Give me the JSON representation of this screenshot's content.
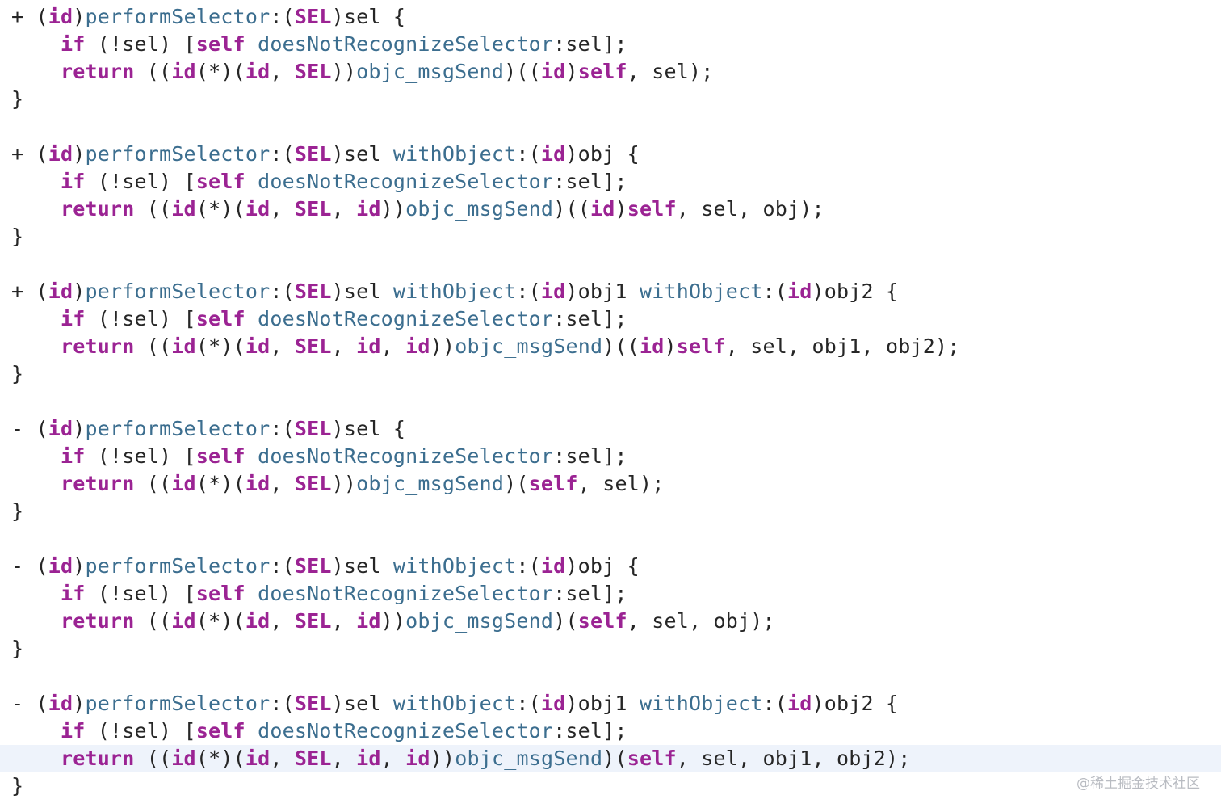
{
  "colors": {
    "background": "#ffffff",
    "current_line_highlight": "#eef3fb",
    "keyword": "#9b2393",
    "selector": "#3c6e8f",
    "plain": "#262626",
    "watermark": "#b9bcc2"
  },
  "current_line_index": 27,
  "watermark": "@稀土掘金技术社区",
  "lines": [
    [
      [
        "pl",
        "+ ("
      ],
      [
        "kw",
        "id"
      ],
      [
        "pl",
        ")"
      ],
      [
        "fn",
        "performSelector"
      ],
      [
        "pl",
        ":("
      ],
      [
        "kw",
        "SEL"
      ],
      [
        "pl",
        ")sel {"
      ]
    ],
    [
      [
        "pl",
        "    "
      ],
      [
        "kw",
        "if"
      ],
      [
        "pl",
        " (!sel) ["
      ],
      [
        "kw",
        "self"
      ],
      [
        "pl",
        " "
      ],
      [
        "fn",
        "doesNotRecognizeSelector"
      ],
      [
        "pl",
        ":sel];"
      ]
    ],
    [
      [
        "pl",
        "    "
      ],
      [
        "kw",
        "return"
      ],
      [
        "pl",
        " (("
      ],
      [
        "kw",
        "id"
      ],
      [
        "pl",
        "(*)("
      ],
      [
        "kw",
        "id"
      ],
      [
        "pl",
        ", "
      ],
      [
        "kw",
        "SEL"
      ],
      [
        "pl",
        "))"
      ],
      [
        "fn",
        "objc_msgSend"
      ],
      [
        "pl",
        ")(("
      ],
      [
        "kw",
        "id"
      ],
      [
        "pl",
        ")"
      ],
      [
        "kw",
        "self"
      ],
      [
        "pl",
        ", sel);"
      ]
    ],
    [
      [
        "pl",
        "}"
      ]
    ],
    [],
    [
      [
        "pl",
        "+ ("
      ],
      [
        "kw",
        "id"
      ],
      [
        "pl",
        ")"
      ],
      [
        "fn",
        "performSelector"
      ],
      [
        "pl",
        ":("
      ],
      [
        "kw",
        "SEL"
      ],
      [
        "pl",
        ")sel "
      ],
      [
        "fn",
        "withObject"
      ],
      [
        "pl",
        ":("
      ],
      [
        "kw",
        "id"
      ],
      [
        "pl",
        ")obj {"
      ]
    ],
    [
      [
        "pl",
        "    "
      ],
      [
        "kw",
        "if"
      ],
      [
        "pl",
        " (!sel) ["
      ],
      [
        "kw",
        "self"
      ],
      [
        "pl",
        " "
      ],
      [
        "fn",
        "doesNotRecognizeSelector"
      ],
      [
        "pl",
        ":sel];"
      ]
    ],
    [
      [
        "pl",
        "    "
      ],
      [
        "kw",
        "return"
      ],
      [
        "pl",
        " (("
      ],
      [
        "kw",
        "id"
      ],
      [
        "pl",
        "(*)("
      ],
      [
        "kw",
        "id"
      ],
      [
        "pl",
        ", "
      ],
      [
        "kw",
        "SEL"
      ],
      [
        "pl",
        ", "
      ],
      [
        "kw",
        "id"
      ],
      [
        "pl",
        "))"
      ],
      [
        "fn",
        "objc_msgSend"
      ],
      [
        "pl",
        ")(("
      ],
      [
        "kw",
        "id"
      ],
      [
        "pl",
        ")"
      ],
      [
        "kw",
        "self"
      ],
      [
        "pl",
        ", sel, obj);"
      ]
    ],
    [
      [
        "pl",
        "}"
      ]
    ],
    [],
    [
      [
        "pl",
        "+ ("
      ],
      [
        "kw",
        "id"
      ],
      [
        "pl",
        ")"
      ],
      [
        "fn",
        "performSelector"
      ],
      [
        "pl",
        ":("
      ],
      [
        "kw",
        "SEL"
      ],
      [
        "pl",
        ")sel "
      ],
      [
        "fn",
        "withObject"
      ],
      [
        "pl",
        ":("
      ],
      [
        "kw",
        "id"
      ],
      [
        "pl",
        ")obj1 "
      ],
      [
        "fn",
        "withObject"
      ],
      [
        "pl",
        ":("
      ],
      [
        "kw",
        "id"
      ],
      [
        "pl",
        ")obj2 {"
      ]
    ],
    [
      [
        "pl",
        "    "
      ],
      [
        "kw",
        "if"
      ],
      [
        "pl",
        " (!sel) ["
      ],
      [
        "kw",
        "self"
      ],
      [
        "pl",
        " "
      ],
      [
        "fn",
        "doesNotRecognizeSelector"
      ],
      [
        "pl",
        ":sel];"
      ]
    ],
    [
      [
        "pl",
        "    "
      ],
      [
        "kw",
        "return"
      ],
      [
        "pl",
        " (("
      ],
      [
        "kw",
        "id"
      ],
      [
        "pl",
        "(*)("
      ],
      [
        "kw",
        "id"
      ],
      [
        "pl",
        ", "
      ],
      [
        "kw",
        "SEL"
      ],
      [
        "pl",
        ", "
      ],
      [
        "kw",
        "id"
      ],
      [
        "pl",
        ", "
      ],
      [
        "kw",
        "id"
      ],
      [
        "pl",
        "))"
      ],
      [
        "fn",
        "objc_msgSend"
      ],
      [
        "pl",
        ")(("
      ],
      [
        "kw",
        "id"
      ],
      [
        "pl",
        ")"
      ],
      [
        "kw",
        "self"
      ],
      [
        "pl",
        ", sel, obj1, obj2);"
      ]
    ],
    [
      [
        "pl",
        "}"
      ]
    ],
    [],
    [
      [
        "pl",
        "- ("
      ],
      [
        "kw",
        "id"
      ],
      [
        "pl",
        ")"
      ],
      [
        "fn",
        "performSelector"
      ],
      [
        "pl",
        ":("
      ],
      [
        "kw",
        "SEL"
      ],
      [
        "pl",
        ")sel {"
      ]
    ],
    [
      [
        "pl",
        "    "
      ],
      [
        "kw",
        "if"
      ],
      [
        "pl",
        " (!sel) ["
      ],
      [
        "kw",
        "self"
      ],
      [
        "pl",
        " "
      ],
      [
        "fn",
        "doesNotRecognizeSelector"
      ],
      [
        "pl",
        ":sel];"
      ]
    ],
    [
      [
        "pl",
        "    "
      ],
      [
        "kw",
        "return"
      ],
      [
        "pl",
        " (("
      ],
      [
        "kw",
        "id"
      ],
      [
        "pl",
        "(*)("
      ],
      [
        "kw",
        "id"
      ],
      [
        "pl",
        ", "
      ],
      [
        "kw",
        "SEL"
      ],
      [
        "pl",
        "))"
      ],
      [
        "fn",
        "objc_msgSend"
      ],
      [
        "pl",
        ")("
      ],
      [
        "kw",
        "self"
      ],
      [
        "pl",
        ", sel);"
      ]
    ],
    [
      [
        "pl",
        "}"
      ]
    ],
    [],
    [
      [
        "pl",
        "- ("
      ],
      [
        "kw",
        "id"
      ],
      [
        "pl",
        ")"
      ],
      [
        "fn",
        "performSelector"
      ],
      [
        "pl",
        ":("
      ],
      [
        "kw",
        "SEL"
      ],
      [
        "pl",
        ")sel "
      ],
      [
        "fn",
        "withObject"
      ],
      [
        "pl",
        ":("
      ],
      [
        "kw",
        "id"
      ],
      [
        "pl",
        ")obj {"
      ]
    ],
    [
      [
        "pl",
        "    "
      ],
      [
        "kw",
        "if"
      ],
      [
        "pl",
        " (!sel) ["
      ],
      [
        "kw",
        "self"
      ],
      [
        "pl",
        " "
      ],
      [
        "fn",
        "doesNotRecognizeSelector"
      ],
      [
        "pl",
        ":sel];"
      ]
    ],
    [
      [
        "pl",
        "    "
      ],
      [
        "kw",
        "return"
      ],
      [
        "pl",
        " (("
      ],
      [
        "kw",
        "id"
      ],
      [
        "pl",
        "(*)("
      ],
      [
        "kw",
        "id"
      ],
      [
        "pl",
        ", "
      ],
      [
        "kw",
        "SEL"
      ],
      [
        "pl",
        ", "
      ],
      [
        "kw",
        "id"
      ],
      [
        "pl",
        "))"
      ],
      [
        "fn",
        "objc_msgSend"
      ],
      [
        "pl",
        ")("
      ],
      [
        "kw",
        "self"
      ],
      [
        "pl",
        ", sel, obj);"
      ]
    ],
    [
      [
        "pl",
        "}"
      ]
    ],
    [],
    [
      [
        "pl",
        "- ("
      ],
      [
        "kw",
        "id"
      ],
      [
        "pl",
        ")"
      ],
      [
        "fn",
        "performSelector"
      ],
      [
        "pl",
        ":("
      ],
      [
        "kw",
        "SEL"
      ],
      [
        "pl",
        ")sel "
      ],
      [
        "fn",
        "withObject"
      ],
      [
        "pl",
        ":("
      ],
      [
        "kw",
        "id"
      ],
      [
        "pl",
        ")obj1 "
      ],
      [
        "fn",
        "withObject"
      ],
      [
        "pl",
        ":("
      ],
      [
        "kw",
        "id"
      ],
      [
        "pl",
        ")obj2 {"
      ]
    ],
    [
      [
        "pl",
        "    "
      ],
      [
        "kw",
        "if"
      ],
      [
        "pl",
        " (!sel) ["
      ],
      [
        "kw",
        "self"
      ],
      [
        "pl",
        " "
      ],
      [
        "fn",
        "doesNotRecognizeSelector"
      ],
      [
        "pl",
        ":sel];"
      ]
    ],
    [
      [
        "pl",
        "    "
      ],
      [
        "kw",
        "return"
      ],
      [
        "pl",
        " (("
      ],
      [
        "kw",
        "id"
      ],
      [
        "pl",
        "(*)("
      ],
      [
        "kw",
        "id"
      ],
      [
        "pl",
        ", "
      ],
      [
        "kw",
        "SEL"
      ],
      [
        "pl",
        ", "
      ],
      [
        "kw",
        "id"
      ],
      [
        "pl",
        ", "
      ],
      [
        "kw",
        "id"
      ],
      [
        "pl",
        "))"
      ],
      [
        "fn",
        "objc_msgSend"
      ],
      [
        "pl",
        ")("
      ],
      [
        "kw",
        "self"
      ],
      [
        "pl",
        ", sel, obj1, obj2);"
      ]
    ],
    [
      [
        "pl",
        "}"
      ]
    ]
  ]
}
